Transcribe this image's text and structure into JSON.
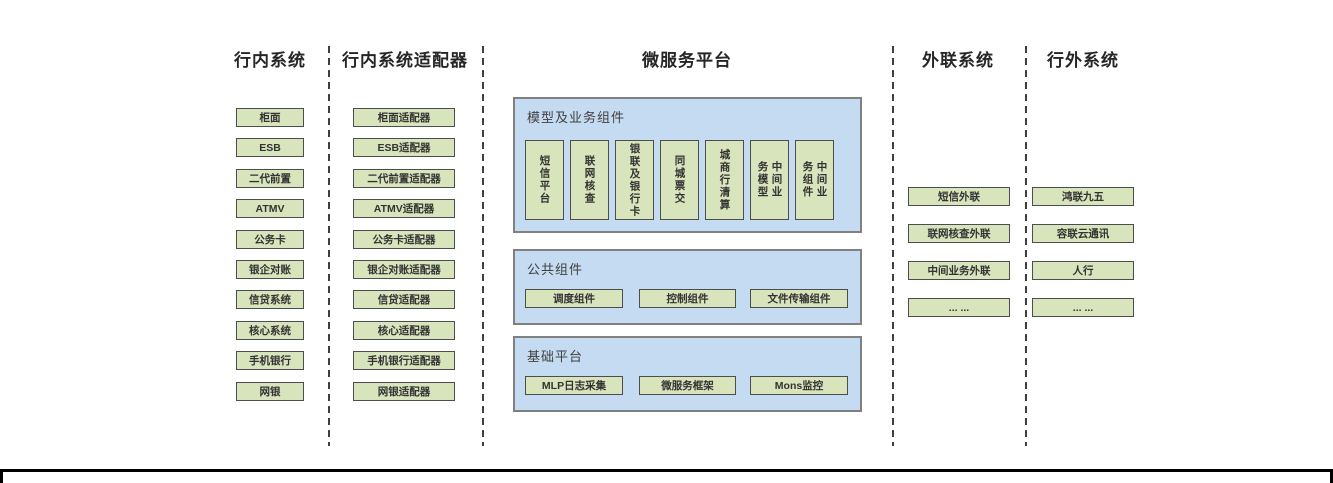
{
  "diagram": {
    "internal": {
      "title": "行内系统",
      "items": [
        "柜面",
        "ESB",
        "二代前置",
        "ATMV",
        "公务卡",
        "银企对账",
        "信贷系统",
        "核心系统",
        "手机银行",
        "网银"
      ]
    },
    "adapters": {
      "title": "行内系统适配器",
      "items": [
        "柜面适配器",
        "ESB适配器",
        "二代前置适配器",
        "ATMV适配器",
        "公务卡适配器",
        "银企对账适配器",
        "信贷适配器",
        "核心适配器",
        "手机银行适配器",
        "网银适配器"
      ]
    },
    "platform": {
      "title": "微服务平台",
      "model_section": {
        "label": "模型及业务组件",
        "items": [
          "短信平台",
          "联网核查",
          "银联及银行卡",
          "同城票交",
          "城商行清算",
          "中间业\n务模型",
          "中间业\n务组件"
        ]
      },
      "common_section": {
        "label": "公共组件",
        "items": [
          "调度组件",
          "控制组件",
          "文件传输组件"
        ]
      },
      "base_section": {
        "label": "基础平台",
        "items": [
          "MLP日志采集",
          "微服务框架",
          "Mons监控"
        ]
      }
    },
    "outreach": {
      "title": "外联系统",
      "items": [
        "短信外联",
        "联网核查外联",
        "中间业务外联",
        "... ..."
      ]
    },
    "external": {
      "title": "行外系统",
      "items": [
        "鸿联九五",
        "容联云通讯",
        "人行",
        "... ..."
      ]
    }
  },
  "colors": {
    "panel_blue": "#c5dbf1",
    "panel_border": "#808080",
    "node_green": "#d8e4bc",
    "node_border": "#4d4d4d",
    "dash_line": "#3f3f3f"
  }
}
